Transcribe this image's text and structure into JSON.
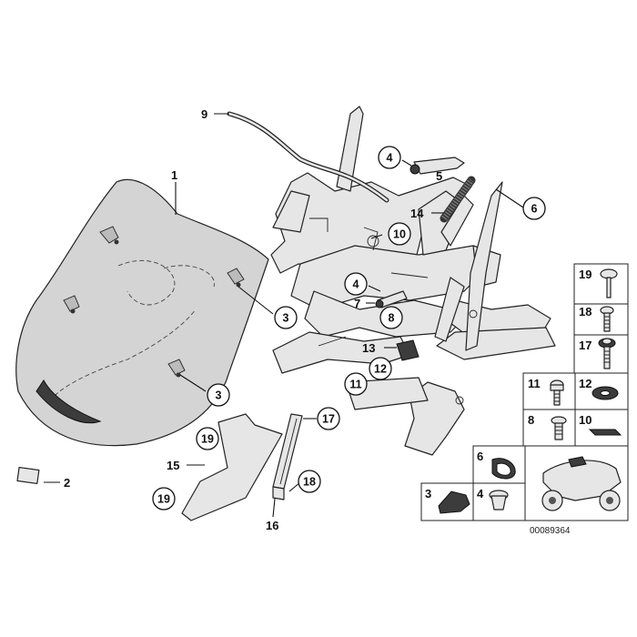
{
  "callouts": [
    {
      "id": "c1",
      "text": "1"
    },
    {
      "id": "c2",
      "text": "2"
    },
    {
      "id": "c3a",
      "text": "3"
    },
    {
      "id": "c3b",
      "text": "3"
    },
    {
      "id": "c4a",
      "text": "4"
    },
    {
      "id": "c4b",
      "text": "4"
    },
    {
      "id": "c5",
      "text": "5"
    },
    {
      "id": "c6",
      "text": "6"
    },
    {
      "id": "c7",
      "text": "7"
    },
    {
      "id": "c8",
      "text": "8"
    },
    {
      "id": "c9",
      "text": "9"
    },
    {
      "id": "c10",
      "text": "10"
    },
    {
      "id": "c11",
      "text": "11"
    },
    {
      "id": "c12",
      "text": "12"
    },
    {
      "id": "c13",
      "text": "13"
    },
    {
      "id": "c14",
      "text": "14"
    },
    {
      "id": "c15",
      "text": "15"
    },
    {
      "id": "c16",
      "text": "16"
    },
    {
      "id": "c17",
      "text": "17"
    },
    {
      "id": "c18",
      "text": "18"
    },
    {
      "id": "c19a",
      "text": "19"
    },
    {
      "id": "c19b",
      "text": "19"
    }
  ],
  "legend": [
    {
      "id": "l19",
      "text": "19"
    },
    {
      "id": "l18",
      "text": "18"
    },
    {
      "id": "l17",
      "text": "17"
    },
    {
      "id": "l11",
      "text": "11"
    },
    {
      "id": "l12",
      "text": "12"
    },
    {
      "id": "l8",
      "text": "8"
    },
    {
      "id": "l10",
      "text": "10"
    },
    {
      "id": "l6",
      "text": "6"
    },
    {
      "id": "l3",
      "text": "3"
    },
    {
      "id": "l4",
      "text": "4"
    }
  ],
  "reference_number": "00089364"
}
